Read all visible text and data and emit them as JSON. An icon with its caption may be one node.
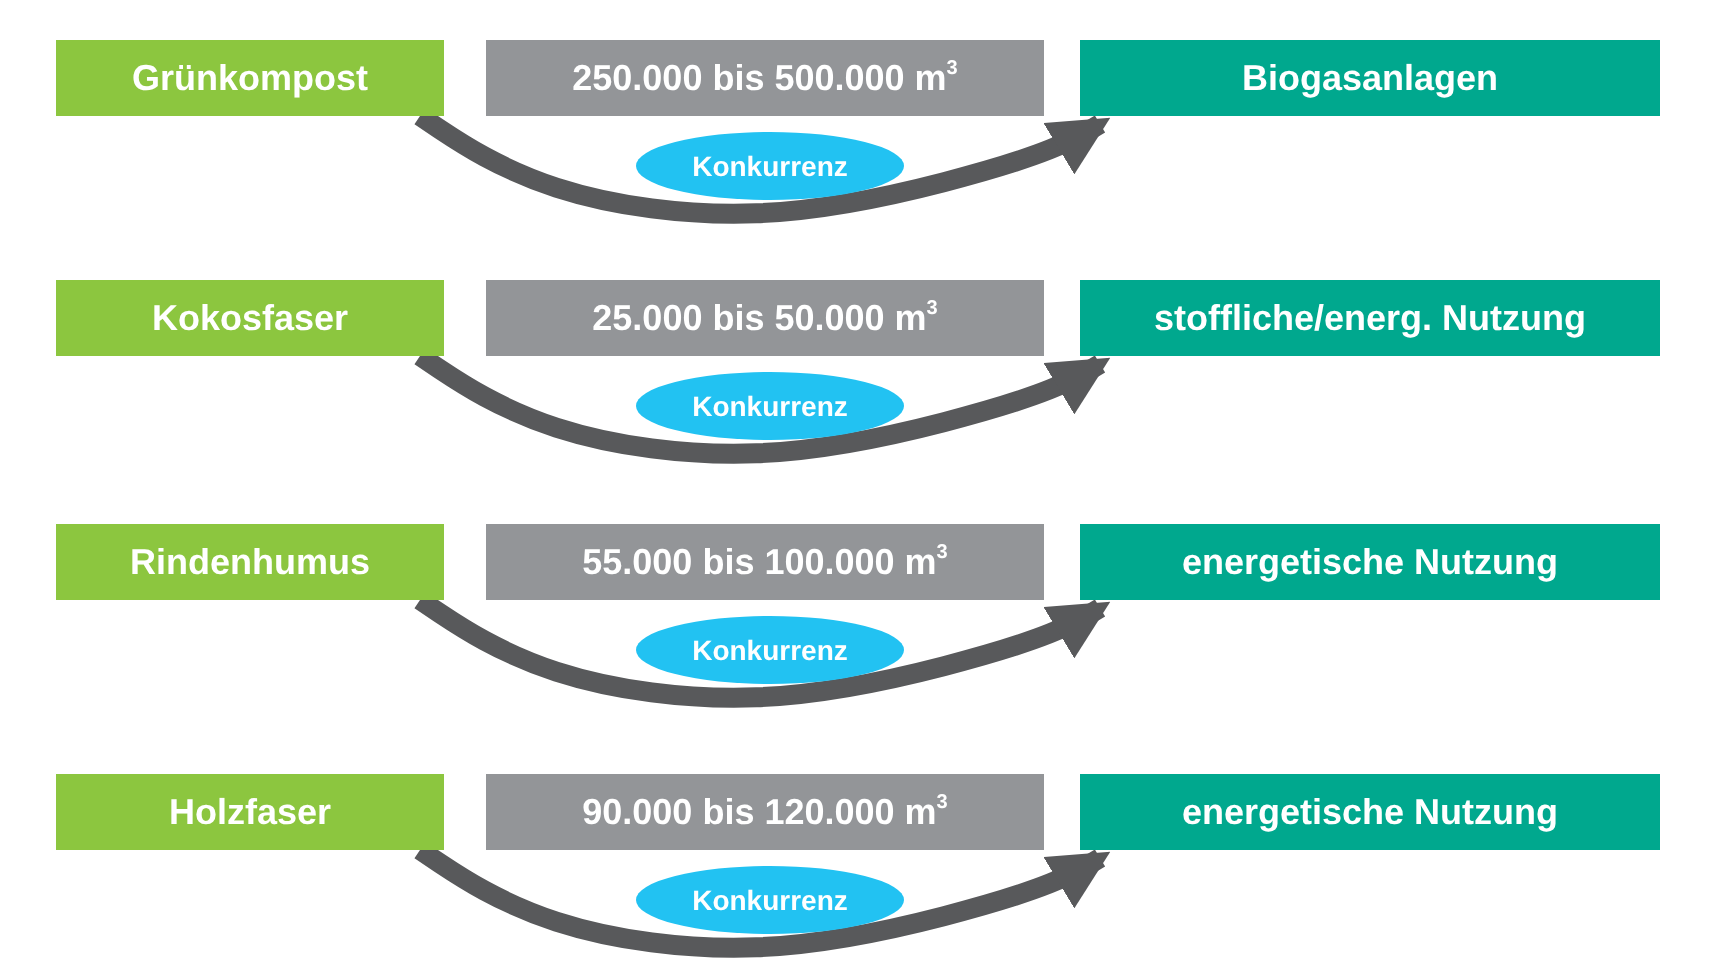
{
  "diagram": {
    "nodes": [
      {
        "text": [
          "Grünkompost"
        ]
      },
      {
        "text": [
          "250.000 bis 500.000 m$^{3}$"
        ]
      },
      {
        "text": [
          "Biogasanlagen"
        ]
      },
      {
        "text": [
          "Kokosfaser"
        ]
      },
      {
        "text": [
          "25.000 bis 50.000 m$^{3}$"
        ]
      },
      {
        "text": [
          "stoffliche/energ. Nutzung"
        ]
      },
      {
        "text": [
          "Rindenhumus"
        ]
      },
      {
        "text": [
          "55.000 bis 100.000 m$^{3}$"
        ]
      },
      {
        "text": [
          "energetische Nutzung"
        ]
      },
      {
        "text": [
          "Holzfaser"
        ]
      },
      {
        "text": [
          "90.000 bis 120.000 m$^{3}$"
        ]
      },
      {
        "text": [
          "energetische Nutzung"
        ]
      }
    ],
    "edges": [
      {
        "from": 0,
        "to": 2,
        "arrow": "to",
        "label": "Konkurrenz"
      },
      {
        "from": 3,
        "to": 5,
        "arrow": "to",
        "label": "Konkurrenz"
      },
      {
        "from": 6,
        "to": 8,
        "arrow": "to",
        "label": "Konkurrenz"
      },
      {
        "from": 9,
        "to": 11,
        "arrow": "to",
        "label": "Konkurrenz"
      }
    ]
  }
}
